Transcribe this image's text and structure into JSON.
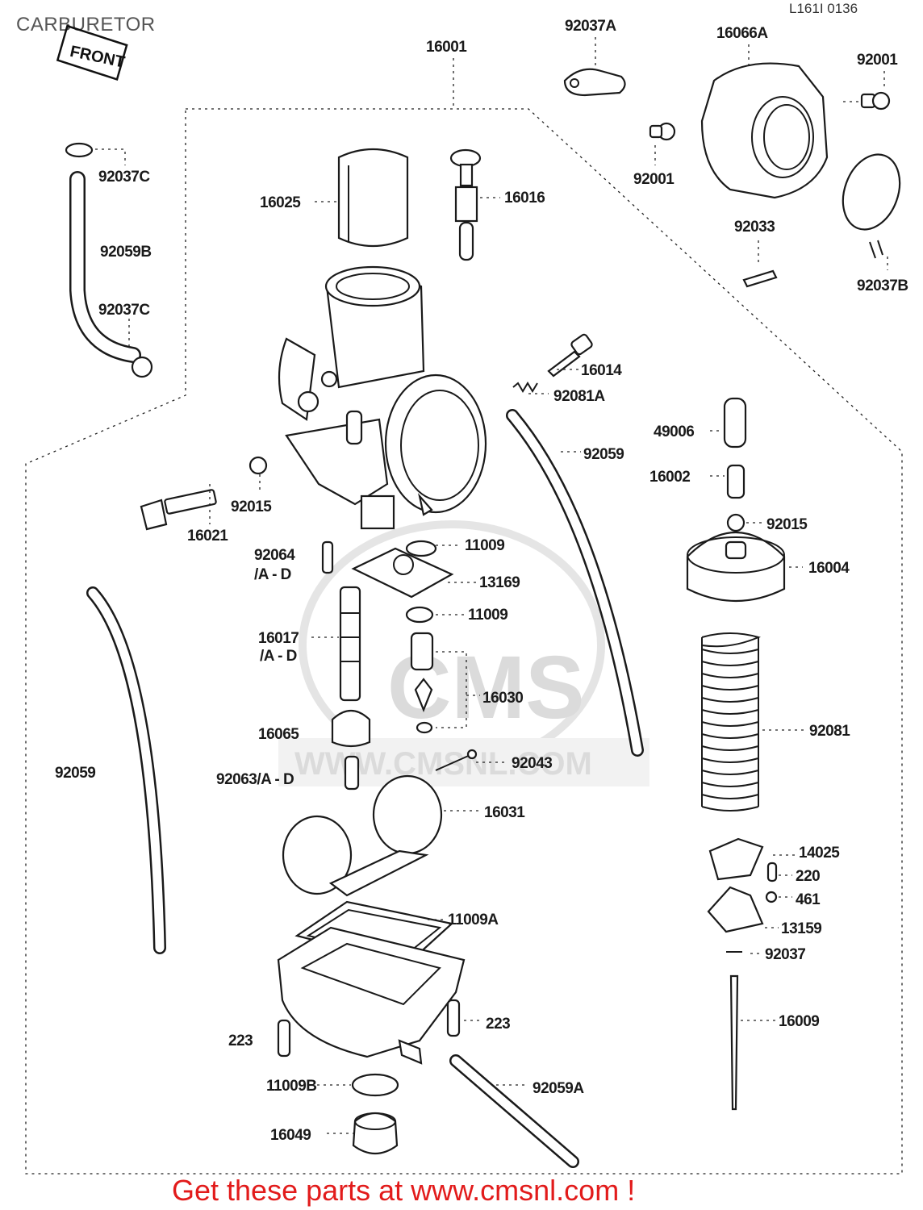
{
  "title": "CARBURETOR",
  "ref_code": "L161I 0136",
  "front_tag": "FRONT",
  "watermark": {
    "logo": "CMS",
    "url": "WWW.CMSNL.COM"
  },
  "cta_text": "Get these parts at www.cmsnl.com !",
  "colors": {
    "cta": "#e21b1b",
    "line": "#1a1a1a",
    "watermark": "#d8d8d8"
  },
  "labels": {
    "p16001": "16001",
    "p92037A": "92037A",
    "p16066A": "16066A",
    "p92001a": "92001",
    "p92001b": "92001",
    "p92033": "92033",
    "p92037B": "92037B",
    "p92037Ca": "92037C",
    "p92059B": "92059B",
    "p92037Cb": "92037C",
    "p16025": "16025",
    "p16016": "16016",
    "p16014": "16014",
    "p92081A": "92081A",
    "p49006": "49006",
    "p92059a": "92059",
    "p16002": "16002",
    "p92015a": "92015",
    "p92015b": "92015",
    "p16021": "16021",
    "p16004": "16004",
    "p92064": "92064",
    "p92064s": "/A - D",
    "p11009a": "11009",
    "p13169": "13169",
    "p11009b": "11009",
    "p16017": "16017",
    "p16017s": "/A - D",
    "p16030": "16030",
    "p92081": "92081",
    "p16065": "16065",
    "p92059b": "92059",
    "p92043": "92043",
    "p92063": "92063/A - D",
    "p16031": "16031",
    "p14025": "14025",
    "p220": "220",
    "p461": "461",
    "p13159": "13159",
    "p92037": "92037",
    "p11009A": "11009A",
    "p223a": "223",
    "p223b": "223",
    "p16009": "16009",
    "p11009B": "11009B",
    "p92059A": "92059A",
    "p16049": "16049"
  }
}
